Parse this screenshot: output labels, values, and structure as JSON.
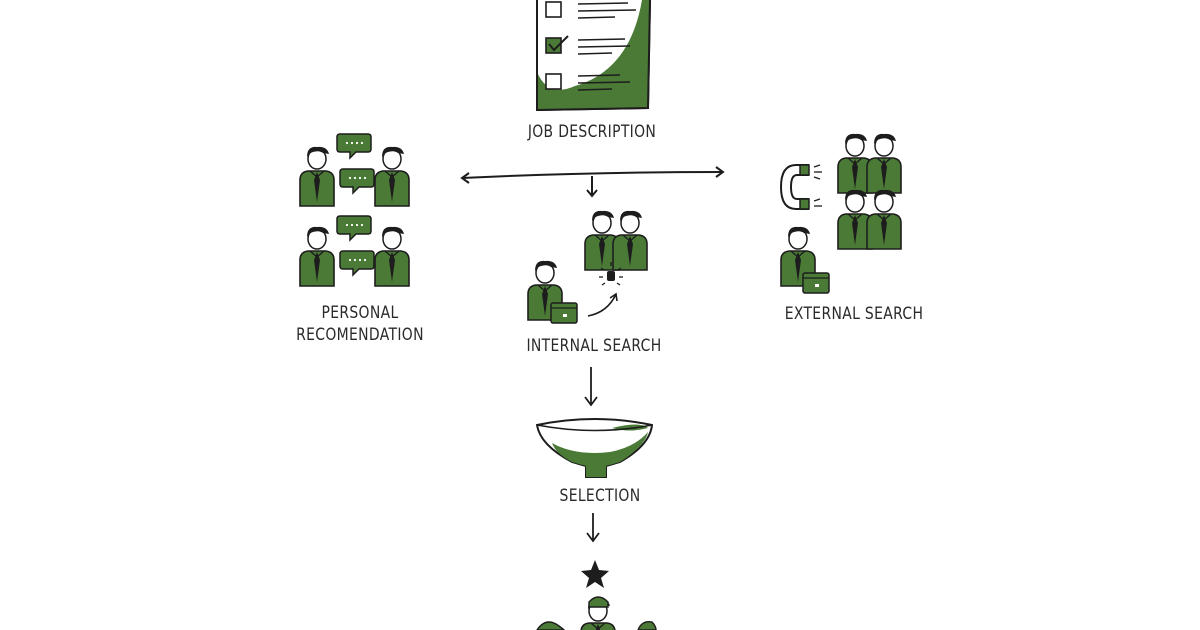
{
  "labels": {
    "job_description": "JOB DESCRIPTION",
    "personal_line1": "PERSONAL",
    "personal_line2": "RECOMENDATION",
    "internal_search": "INTERNAL SEARCH",
    "external_search": "EXTERNAL SEARCH",
    "selection": "SELECTION"
  },
  "colors": {
    "accent": "#4a7a35",
    "ink": "#1d1d1d",
    "background": "#ffffff"
  },
  "icons": [
    "checklist-icon",
    "chat-bubble-icon",
    "person-icon",
    "magnet-icon",
    "lightbulb-icon",
    "wallet-icon",
    "funnel-icon",
    "star-icon"
  ]
}
